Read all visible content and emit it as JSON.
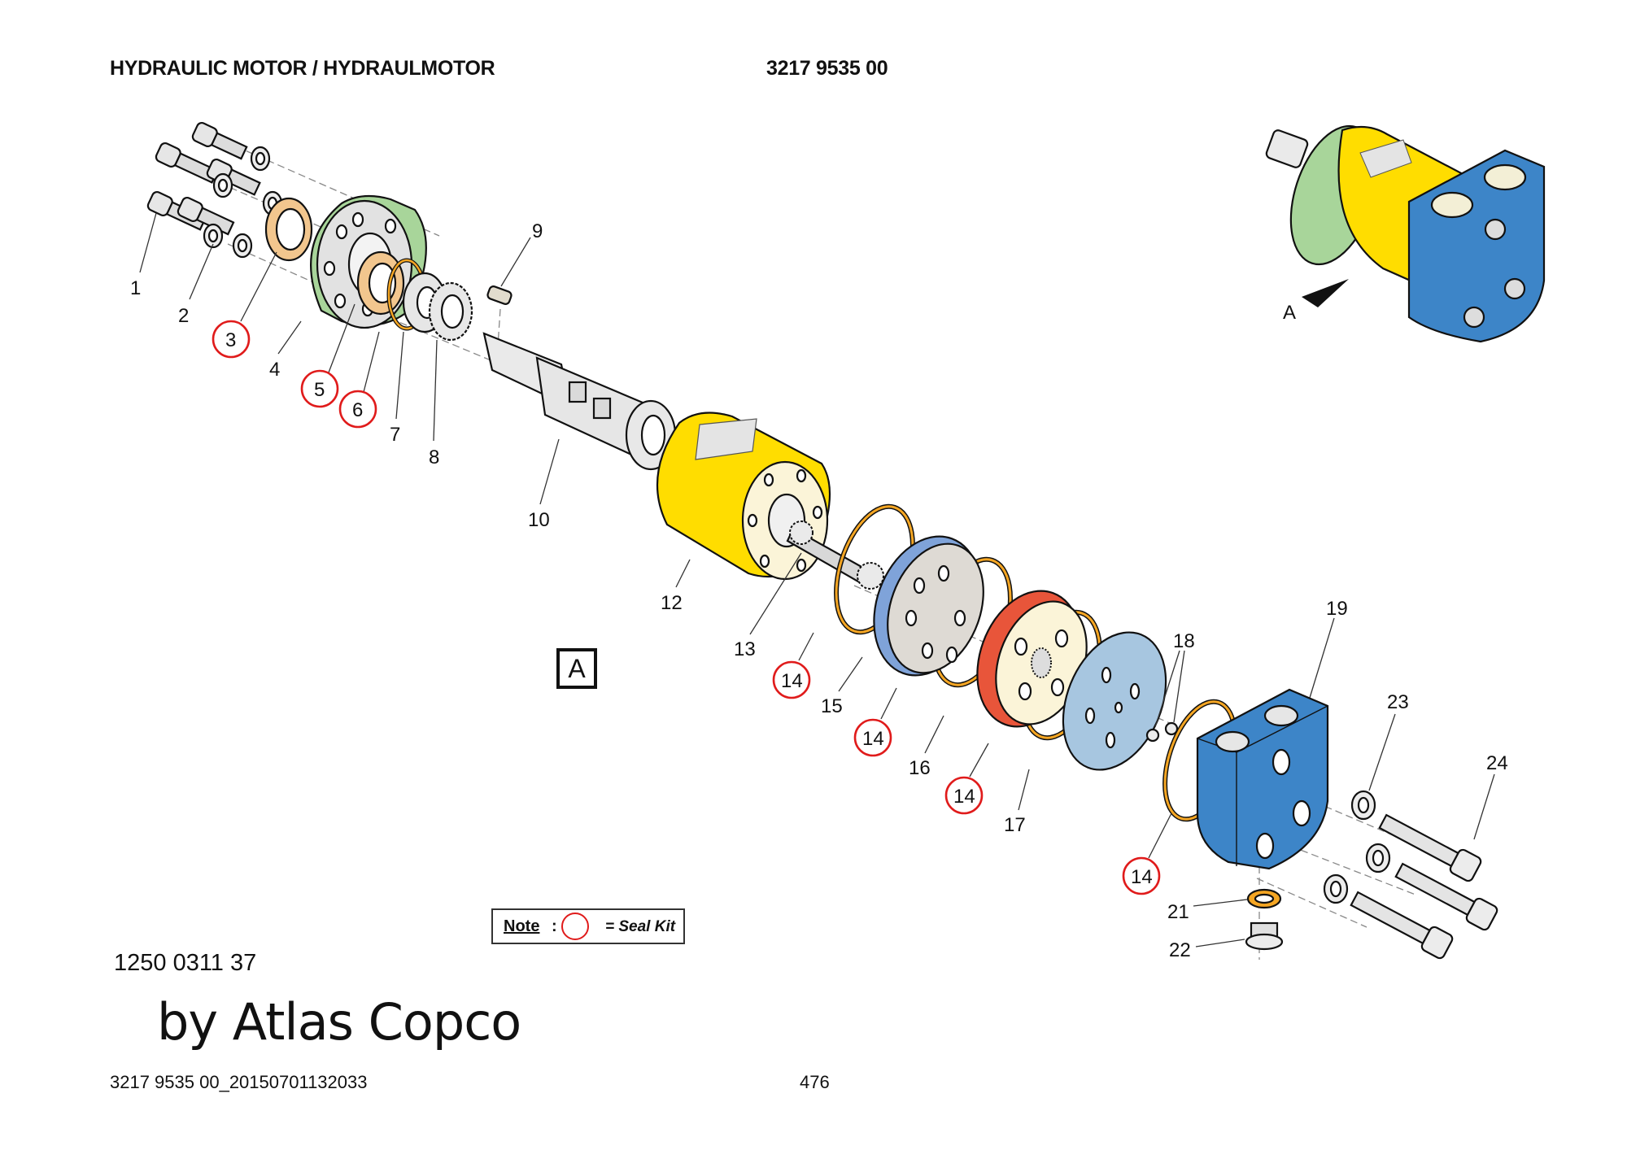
{
  "header": {
    "title": "HYDRAULIC MOTOR / HYDRAULMOTOR",
    "part_number": "3217 9535 00"
  },
  "diagram": {
    "type": "exploded-view parts diagram",
    "view_marker": "A",
    "inset_view_label": "A",
    "colors": {
      "end_cover": "#a8d59a",
      "housing": "#ffdd00",
      "housing_face": "#fbf4d8",
      "distributor_plate_rim": "#7fa3d9",
      "rotor_set_rim": "#e8553a",
      "end_plate": "#a7c6e0",
      "port_block": "#3d85c8",
      "o_ring": "#f5a623",
      "seal": "#f2c68e",
      "steel": "#e4e4e4",
      "seal_kit_circle": "#e01b1b"
    },
    "callouts": [
      {
        "number": "1",
        "seal_kit": false
      },
      {
        "number": "2",
        "seal_kit": false
      },
      {
        "number": "3",
        "seal_kit": true
      },
      {
        "number": "4",
        "seal_kit": false
      },
      {
        "number": "5",
        "seal_kit": true
      },
      {
        "number": "6",
        "seal_kit": true
      },
      {
        "number": "7",
        "seal_kit": false
      },
      {
        "number": "8",
        "seal_kit": false
      },
      {
        "number": "9",
        "seal_kit": false
      },
      {
        "number": "10",
        "seal_kit": false
      },
      {
        "number": "12",
        "seal_kit": false
      },
      {
        "number": "13",
        "seal_kit": false
      },
      {
        "number": "14",
        "seal_kit": true
      },
      {
        "number": "15",
        "seal_kit": false
      },
      {
        "number": "14",
        "seal_kit": true
      },
      {
        "number": "16",
        "seal_kit": false
      },
      {
        "number": "14",
        "seal_kit": true
      },
      {
        "number": "17",
        "seal_kit": false
      },
      {
        "number": "18",
        "seal_kit": false
      },
      {
        "number": "19",
        "seal_kit": false
      },
      {
        "number": "14",
        "seal_kit": true
      },
      {
        "number": "21",
        "seal_kit": false
      },
      {
        "number": "22",
        "seal_kit": false
      },
      {
        "number": "23",
        "seal_kit": false
      },
      {
        "number": "24",
        "seal_kit": false
      }
    ]
  },
  "note": {
    "label": "Note",
    "colon": ":",
    "text": "= Seal Kit"
  },
  "assembly_number": "1250 0311 37",
  "brand": "by Atlas Copco",
  "footer": {
    "document_id": "3217 9535 00_20150701132033",
    "page_number": "476"
  }
}
